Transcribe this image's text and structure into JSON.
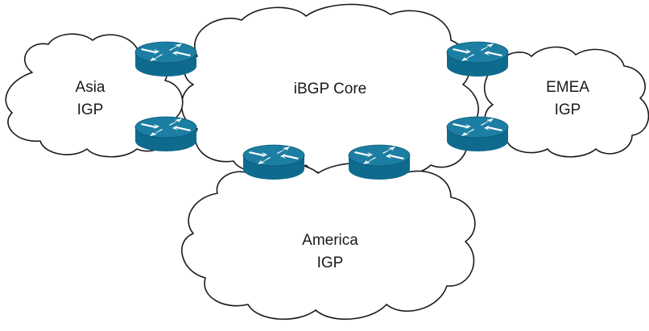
{
  "clouds": {
    "asia": {
      "line1": "Asia",
      "line2": "IGP"
    },
    "core": {
      "line1": "iBGP Core"
    },
    "emea": {
      "line1": "EMEA",
      "line2": "IGP"
    },
    "america": {
      "line1": "America",
      "line2": "IGP"
    }
  },
  "routers": [
    {
      "id": "asia-core-top",
      "icon": "router-icon"
    },
    {
      "id": "asia-core-bottom",
      "icon": "router-icon"
    },
    {
      "id": "core-emea-top",
      "icon": "router-icon"
    },
    {
      "id": "core-emea-bottom",
      "icon": "router-icon"
    },
    {
      "id": "core-america-left",
      "icon": "router-icon"
    },
    {
      "id": "core-america-right",
      "icon": "router-icon"
    }
  ],
  "colors": {
    "router_body": "#0e6b8e",
    "router_top": "#1c7ea3",
    "outline": "#1a1a1a"
  }
}
